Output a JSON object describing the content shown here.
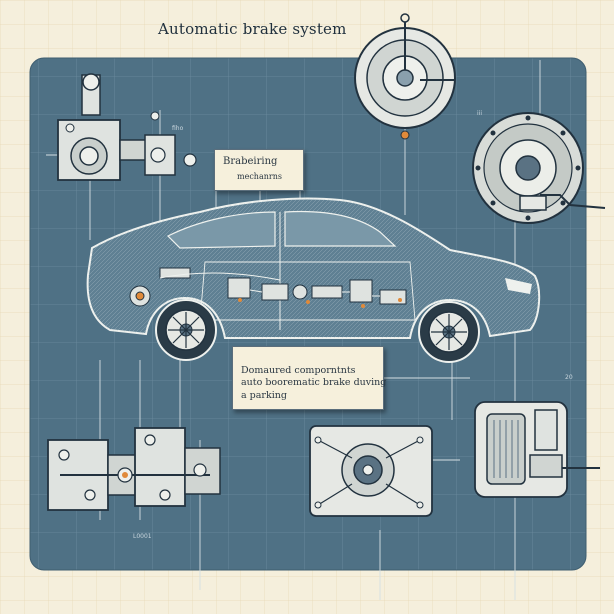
{
  "title": "Automatic brake  system",
  "labels": {
    "braking_l1": "Brabeiring",
    "braking_l2": "mechanrns",
    "components_l1": "Domaured comporntnts",
    "components_l2": "auto boorematic brake duving",
    "components_l3": "a parking"
  },
  "small_text": {
    "n1": "fiho",
    "n2": "iii",
    "n3": "20",
    "n4": "L0001"
  },
  "colors": {
    "paper": "#f5efdc",
    "panel": "#4f7185",
    "grid_line": "#6c8c9f",
    "device_light": "#dfe3e0",
    "outline": "#22323f",
    "accent_orange": "#e08a3a"
  }
}
